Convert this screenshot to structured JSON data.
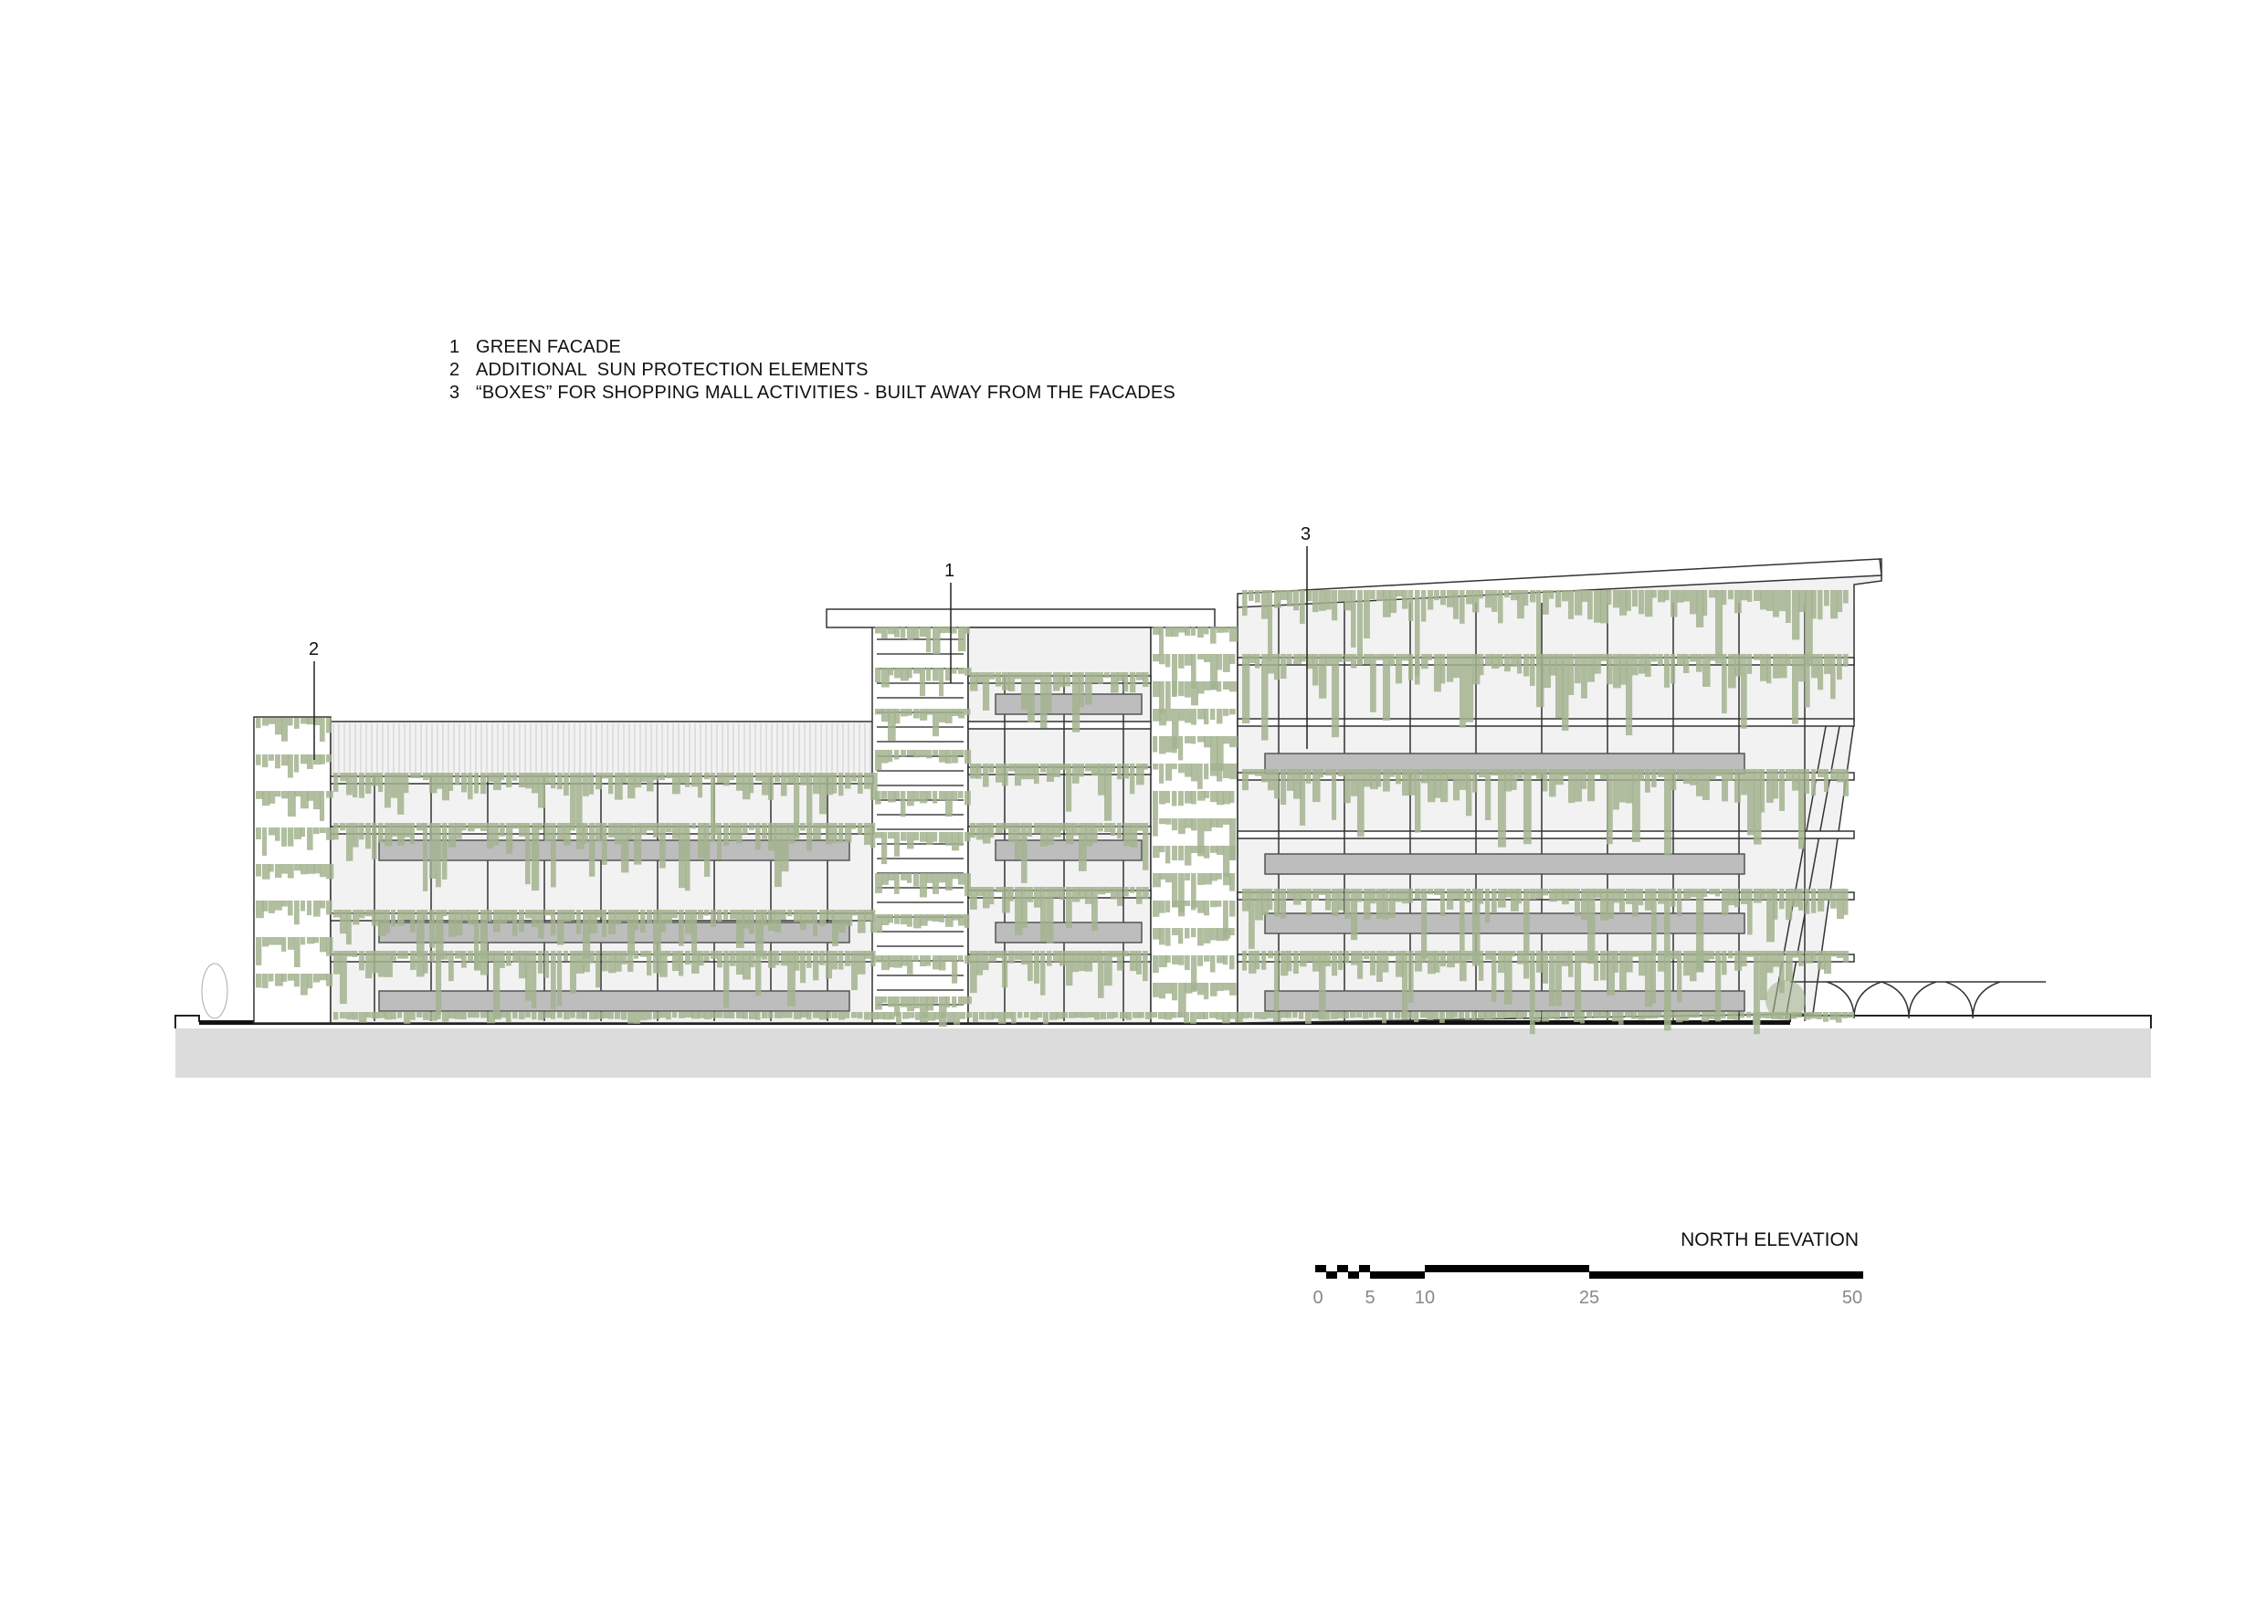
{
  "legend": [
    {
      "num": "1",
      "text": "GREEN FACADE"
    },
    {
      "num": "2",
      "text": "ADDITIONAL  SUN PROTECTION ELEMENTS"
    },
    {
      "num": "3",
      "text": "“BOXES” FOR SHOPPING MALL ACTIVITIES - BUILT AWAY FROM THE FACADES"
    }
  ],
  "callouts": {
    "one": "1",
    "two": "2",
    "three": "3"
  },
  "scale_bar": {
    "title": "NORTH ELEVATION",
    "ticks": [
      "0",
      "5",
      "10",
      "25",
      "50"
    ]
  },
  "colors": {
    "vegetation": "#a3b38f",
    "ground": "#dcdcdc",
    "line": "#222222",
    "glass": "#f2f2f2"
  }
}
